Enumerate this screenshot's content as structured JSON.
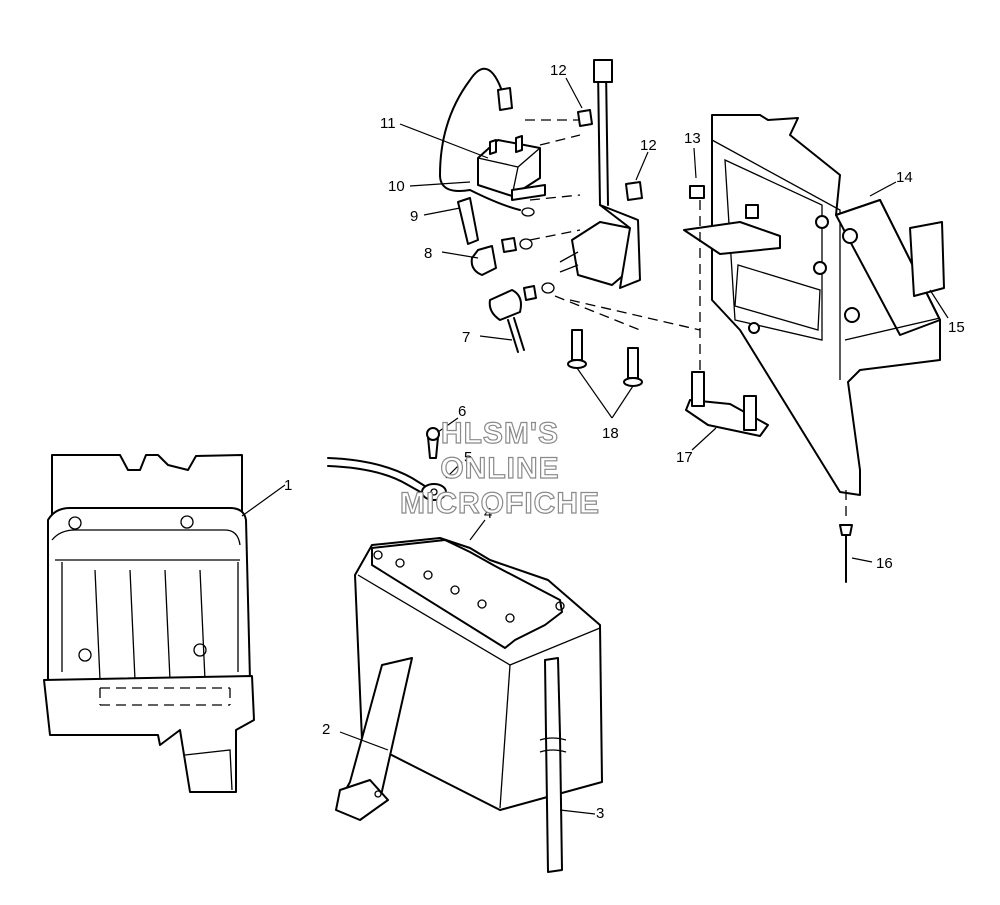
{
  "watermark": [
    "HLSM'S",
    "ONLINE",
    "MICROFICHE"
  ],
  "callouts": [
    "1",
    "2",
    "3",
    "4",
    "5",
    "6",
    "7",
    "8",
    "9",
    "10",
    "11",
    "12",
    "12",
    "13",
    "14",
    "15",
    "16",
    "17",
    "18"
  ]
}
